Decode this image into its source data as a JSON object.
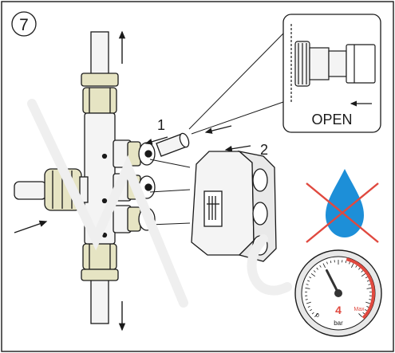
{
  "step": {
    "number": "7"
  },
  "labels": {
    "arrow_1": "1",
    "arrow_2": "2"
  },
  "detail": {
    "state_text": "OPEN"
  },
  "no_water": {
    "icon": "water-drop-icon",
    "crossed": true,
    "drop_color": "#1d8fd8",
    "cross_color": "#e0493f"
  },
  "pressure_gauge": {
    "value": 4,
    "value_text": "4",
    "unit": "bar",
    "min_label": "0",
    "max_label": "Max",
    "accent_color": "#e0493f"
  },
  "colors": {
    "line": "#1a1a1a",
    "fitting": "#e6e4c3",
    "pipe": "#f4f4f4"
  }
}
